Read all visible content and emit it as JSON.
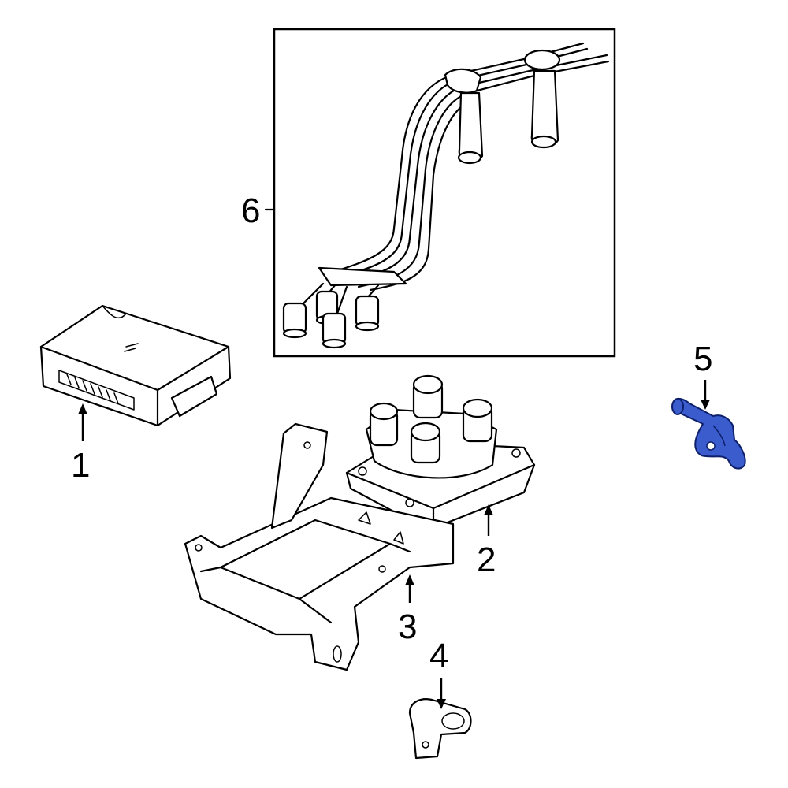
{
  "callouts": [
    {
      "id": "1",
      "label": "1"
    },
    {
      "id": "2",
      "label": "2"
    },
    {
      "id": "3",
      "label": "3"
    },
    {
      "id": "4",
      "label": "4"
    },
    {
      "id": "5",
      "label": "5"
    },
    {
      "id": "6",
      "label": "6"
    }
  ],
  "colors": {
    "line": "#000000",
    "background": "#ffffff",
    "highlight": "#3a5ccc",
    "highlight_stroke": "#0d1f6b"
  },
  "highlighted_part": "5"
}
